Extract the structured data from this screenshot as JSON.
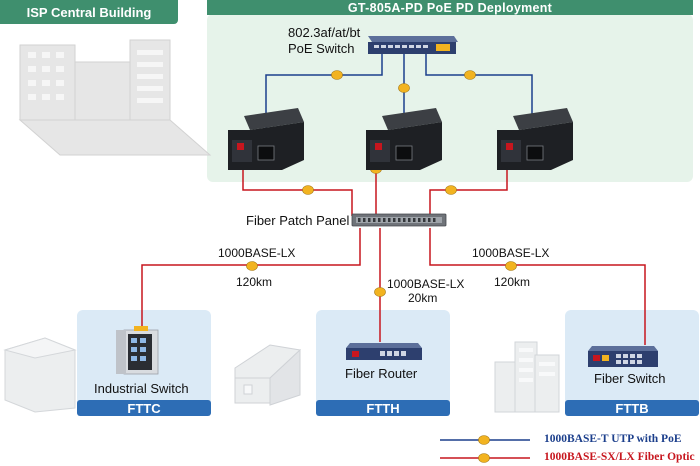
{
  "header": {
    "site_title": "ISP Central Building",
    "deployment_title": "GT-805A-PD PoE PD Deployment"
  },
  "poe_switch": {
    "label_line1": "802.3af/at/bt",
    "label_line2": "PoE Switch"
  },
  "patch_panel": {
    "label": "Fiber Patch Panel"
  },
  "links": {
    "left": {
      "type": "1000BASE-LX",
      "distance": "120km"
    },
    "center": {
      "type": "1000BASE-LX",
      "distance": "20km"
    },
    "right": {
      "type": "1000BASE-LX",
      "distance": "120km"
    }
  },
  "sites": [
    {
      "device": "Industrial Switch",
      "tag": "FTTC"
    },
    {
      "device": "Fiber Router",
      "tag": "FTTH"
    },
    {
      "device": "Fiber Switch",
      "tag": "FTTB"
    }
  ],
  "legend": [
    {
      "label": "1000BASE-T UTP with PoE",
      "color": "#1c3f8c"
    },
    {
      "label": "1000BASE-SX/LX Fiber Optic",
      "color": "#c7161e"
    }
  ],
  "colors": {
    "poe_line": "#1c3f8c",
    "fiber_line": "#c7161e",
    "panel_green": "#e6f3ea",
    "panel_blue": "#dbeaf6",
    "tag_green": "#3f8f6e",
    "tag_blue": "#2d6db5"
  }
}
